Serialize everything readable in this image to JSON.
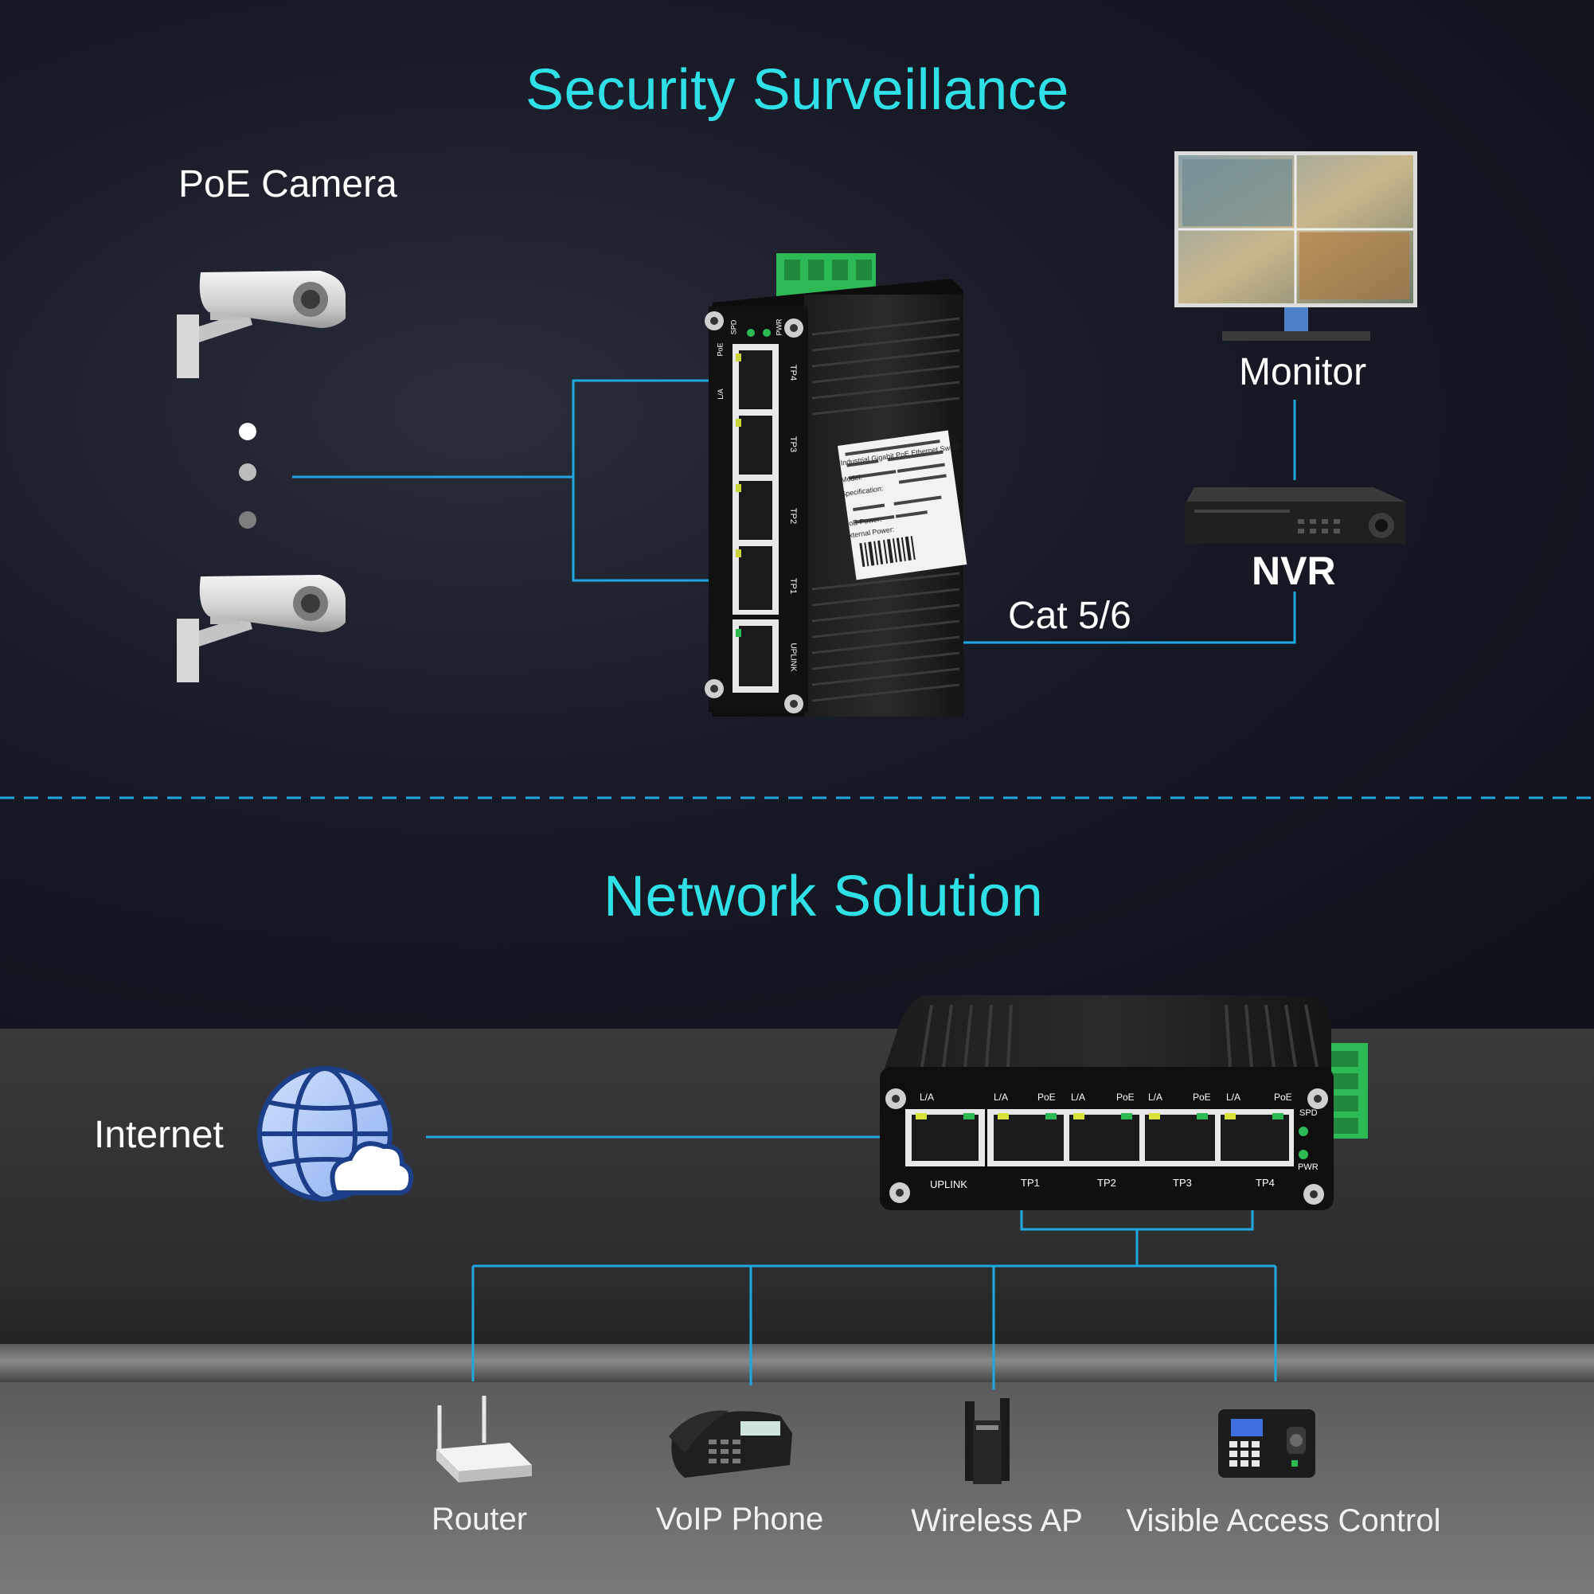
{
  "sections": {
    "top_title": "Security Surveillance",
    "bottom_title": "Network Solution"
  },
  "surveillance": {
    "camera_label": "PoE Camera",
    "monitor_label": "Monitor",
    "nvr_label": "NVR",
    "cable_label": "Cat 5/6"
  },
  "switch_vertical": {
    "ports": [
      "TP4",
      "TP3",
      "TP2",
      "TP1",
      "UPLINK"
    ],
    "led_labels": [
      "SPD",
      "PWR"
    ],
    "side_labels": [
      "PoE",
      "L/A"
    ],
    "sticker": {
      "title": "Industrial Gigabit PoE Ethernet Switch",
      "lines": [
        "Model:",
        "Specification:",
        "PoE Power:",
        "External Power:"
      ]
    }
  },
  "network": {
    "internet_label": "Internet",
    "devices": [
      "Router",
      "VoIP Phone",
      "Wireless AP",
      "Visible Access Control"
    ]
  },
  "switch_horizontal": {
    "port_labels": [
      "UPLINK",
      "TP1",
      "TP2",
      "TP3",
      "TP4"
    ],
    "top_labels": [
      "L/A",
      "L/A",
      "PoE",
      "L/A",
      "PoE",
      "L/A",
      "PoE",
      "L/A",
      "PoE"
    ],
    "led_labels": [
      "SPD",
      "PWR"
    ]
  },
  "colors": {
    "accent_cyan": "#2fe0e6",
    "line_blue": "#1fa8e0",
    "terminal_green": "#2dba55"
  },
  "icons": [
    "poe-camera-icon",
    "monitor-icon",
    "nvr-icon",
    "globe-cloud-icon",
    "router-icon",
    "voip-phone-icon",
    "wireless-ap-icon",
    "access-control-icon"
  ]
}
